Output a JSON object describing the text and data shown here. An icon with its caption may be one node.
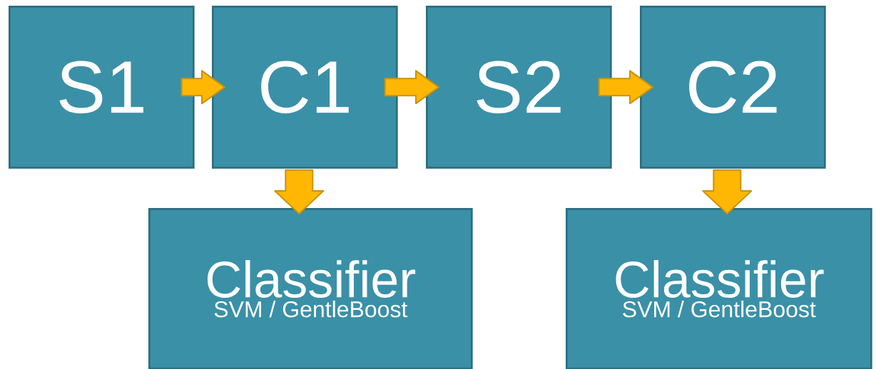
{
  "diagram": {
    "nodes": [
      {
        "text": [
          "S1"
        ]
      },
      {
        "text": [
          "C1"
        ]
      },
      {
        "text": [
          "S2"
        ]
      },
      {
        "text": [
          "C2"
        ]
      },
      {
        "text": [
          "Classifier",
          "SVM / GentleBoost"
        ]
      },
      {
        "text": [
          "Classifier",
          "SVM / GentleBoost"
        ]
      }
    ],
    "edges": [
      {
        "from": 0,
        "to": 1,
        "arrow": "to"
      },
      {
        "from": 1,
        "to": 2,
        "arrow": "to"
      },
      {
        "from": 2,
        "to": 3,
        "arrow": "to"
      },
      {
        "from": 1,
        "to": 4,
        "arrow": "to"
      },
      {
        "from": 3,
        "to": 5,
        "arrow": "to"
      }
    ]
  }
}
